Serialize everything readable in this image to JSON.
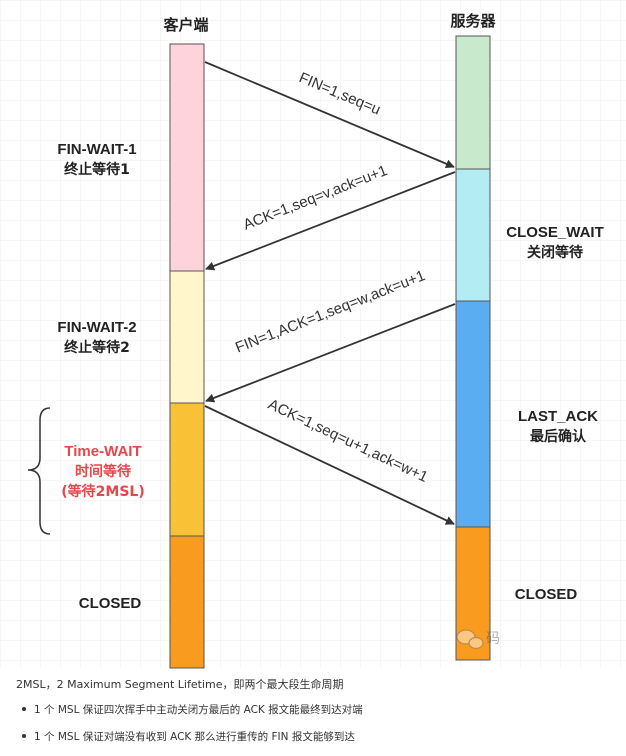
{
  "diagram": {
    "client_label": "客户端",
    "server_label": "服务器",
    "client_states": [
      {
        "line1": "FIN-WAIT-1",
        "line2": "终止等待1"
      },
      {
        "line1": "FIN-WAIT-2",
        "line2": "终止等待2"
      },
      {
        "line1": "Time-WAIT",
        "line2": "时间等待",
        "line3": "(等待2MSL)"
      },
      {
        "line1": "CLOSED"
      }
    ],
    "server_states": [
      {
        "line1": "CLOSE_WAIT",
        "line2": "关闭等待"
      },
      {
        "line1": "LAST_ACK",
        "line2": "最后确认"
      },
      {
        "line1": "CLOSED"
      }
    ],
    "messages": [
      {
        "text": "FIN=1,seq=u"
      },
      {
        "text": "ACK=1,seq=v,ack=u+1"
      },
      {
        "text": "FIN=1,ACK=1,seq=w,ack=u+1"
      },
      {
        "text": "ACK=1,seq=u+1,ack=w+1"
      }
    ],
    "watermark": "码",
    "colors": {
      "pink": "#ffd3dc",
      "light_yellow": "#fff6cc",
      "gold": "#f8c136",
      "orange": "#f99b1e",
      "light_green": "#c9e9cd",
      "light_cyan": "#b3ecf2",
      "blue": "#5aadf0",
      "time_wait_text": "#e8464a",
      "arrow": "#333333"
    }
  },
  "notes": {
    "caption": "2MSL，2 Maximum Segment Lifetime，即两个最大段生命周期",
    "bullets": [
      "1 个 MSL 保证四次挥手中主动关闭方最后的 ACK 报文能最终到达对端",
      "1 个 MSL 保证对端没有收到 ACK 那么进行重传的 FIN 报文能够到达"
    ]
  }
}
